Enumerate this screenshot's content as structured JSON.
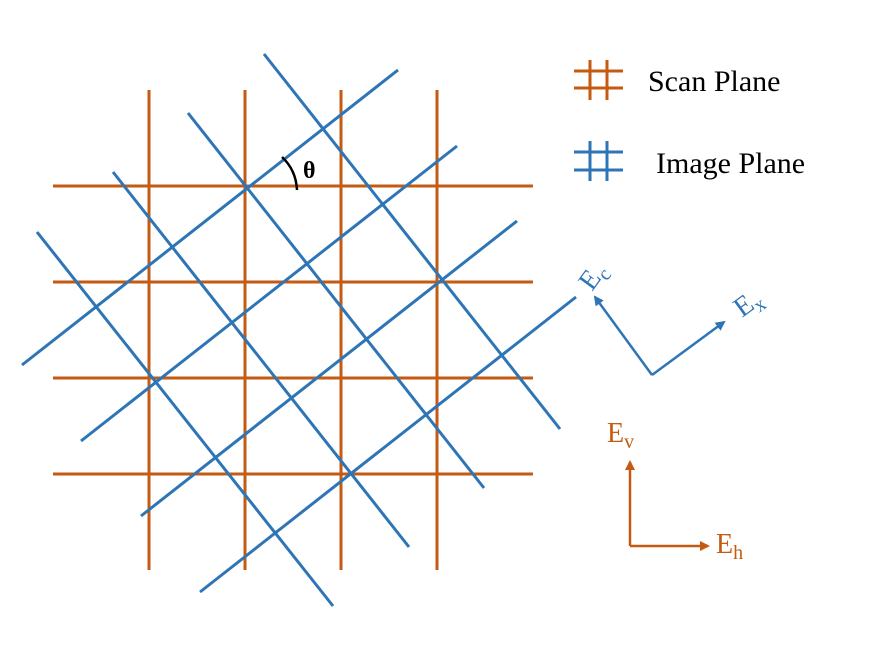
{
  "colors": {
    "scan": "#C55A11",
    "image": "#2E75B6",
    "text": "#000000"
  },
  "legend": {
    "scan_label": "Scan Plane",
    "image_label": "Image Plane",
    "scan_icon": "hash-grid-icon",
    "image_icon": "hash-grid-icon"
  },
  "angle_label": "θ",
  "image_axes": {
    "c_base": "E",
    "c_sub": "c",
    "x_base": "E",
    "x_sub": "x"
  },
  "scan_axes": {
    "v_base": "E",
    "v_sub": "v",
    "h_base": "E",
    "h_sub": "h"
  }
}
